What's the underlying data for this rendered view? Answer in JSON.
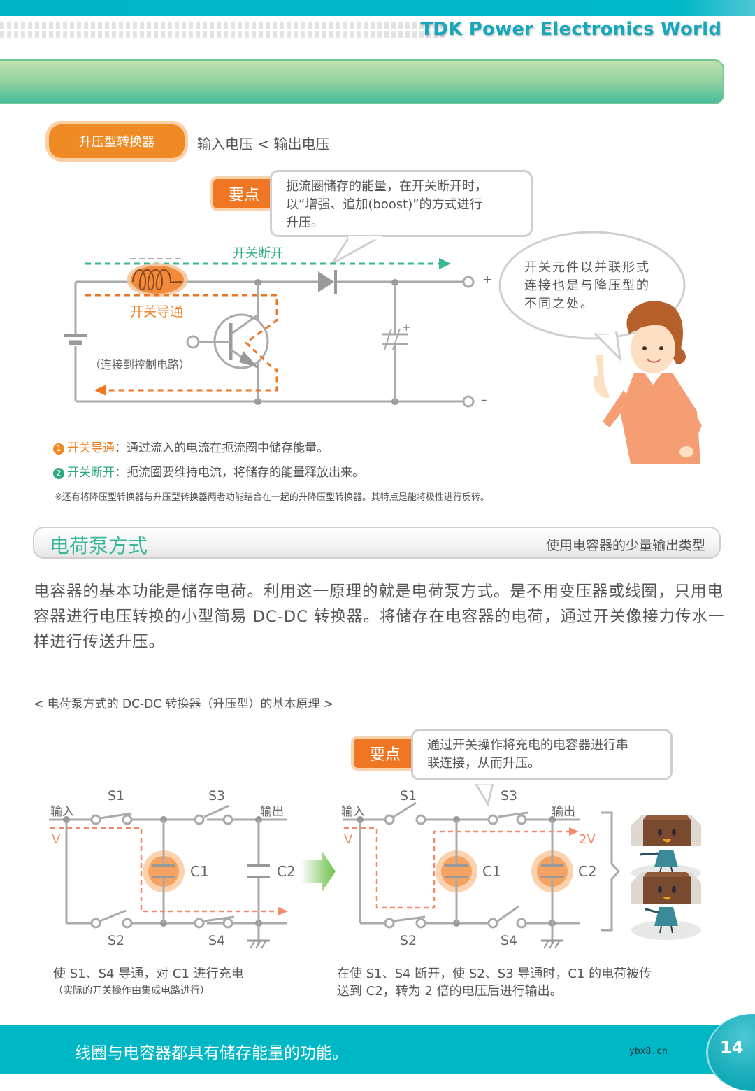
{
  "header": {
    "brand": "TDK Power Electronics World",
    "accent_color": "#00b4c6",
    "banner_color": "#46bd99"
  },
  "boost": {
    "tag_label": "升压型转换器",
    "relation": "输入电压 < 输出电压",
    "key_point_label": "要点",
    "key_point_lines": [
      "扼流圈储存的能量，在开关断开时，",
      "以“增强、追加(boost)”的方式进行",
      "升压。"
    ],
    "diagram": {
      "off_label": "开关断开",
      "on_label": "开关导通",
      "control_label": "（连接到控制电路）",
      "plus": "+",
      "minus": "–",
      "cap_plus": "+"
    },
    "character_speech": [
      "开关元件以并联形式",
      "连接也是与降压型的",
      "不同之处。"
    ],
    "legend": [
      {
        "num": "1",
        "term": "开关导通",
        "colon": "：",
        "text": "通过流入的电流在扼流圈中储存能量。",
        "color": "#ef7f22"
      },
      {
        "num": "2",
        "term": "开关断开",
        "colon": "：",
        "text": "扼流圈要维持电流，将储存的能量释放出来。",
        "color": "#2aa882"
      }
    ],
    "note": "※还有将降压型转换器与升压型转换器两者功能结合在一起的升降压型转换器。其特点是能将极性进行反转。"
  },
  "charge_pump": {
    "title": "电荷泵方式",
    "subtitle": "使用电容器的少量输出类型",
    "paragraph": "电容器的基本功能是储存电荷。利用这一原理的就是电荷泵方式。是不用变压器或线圈，只用电容器进行电压转换的小型简易 DC-DC 转换器。将储存在电容器的电荷，通过开关像接力传水一样进行传送升压。",
    "figure_caption": "< 电荷泵方式的 DC-DC 转换器（升压型）的基本原理 >",
    "key_point_label": "要点",
    "key_point_lines": [
      "通过开关操作将充电的电容器进行串",
      "联连接，从而升压。"
    ],
    "left_diagram": {
      "input": "输入",
      "output": "输出",
      "s1": "S1",
      "s2": "S2",
      "s3": "S3",
      "s4": "S4",
      "c1": "C1",
      "c2": "C2",
      "v": "V"
    },
    "right_diagram": {
      "input": "输入",
      "output": "输出",
      "s1": "S1",
      "s2": "S2",
      "s3": "S3",
      "s4": "S4",
      "c1": "C1",
      "c2": "C2",
      "v": "V",
      "v_out": "2V"
    },
    "left_desc": "使 S1、S4 导通，对 C1 进行充电",
    "left_desc_sub": "（实际的开关操作由集成电路进行）",
    "right_desc_lines": [
      "在使 S1、S4 断开，使 S2、S3 导通时，C1 的电荷被传",
      "送到 C2，转为 2 倍的电压后进行输出。"
    ]
  },
  "footer": {
    "message": "线圈与电容器都具有储存能量的功能。",
    "watermark": "ybx8.cn",
    "page_number": "14"
  }
}
